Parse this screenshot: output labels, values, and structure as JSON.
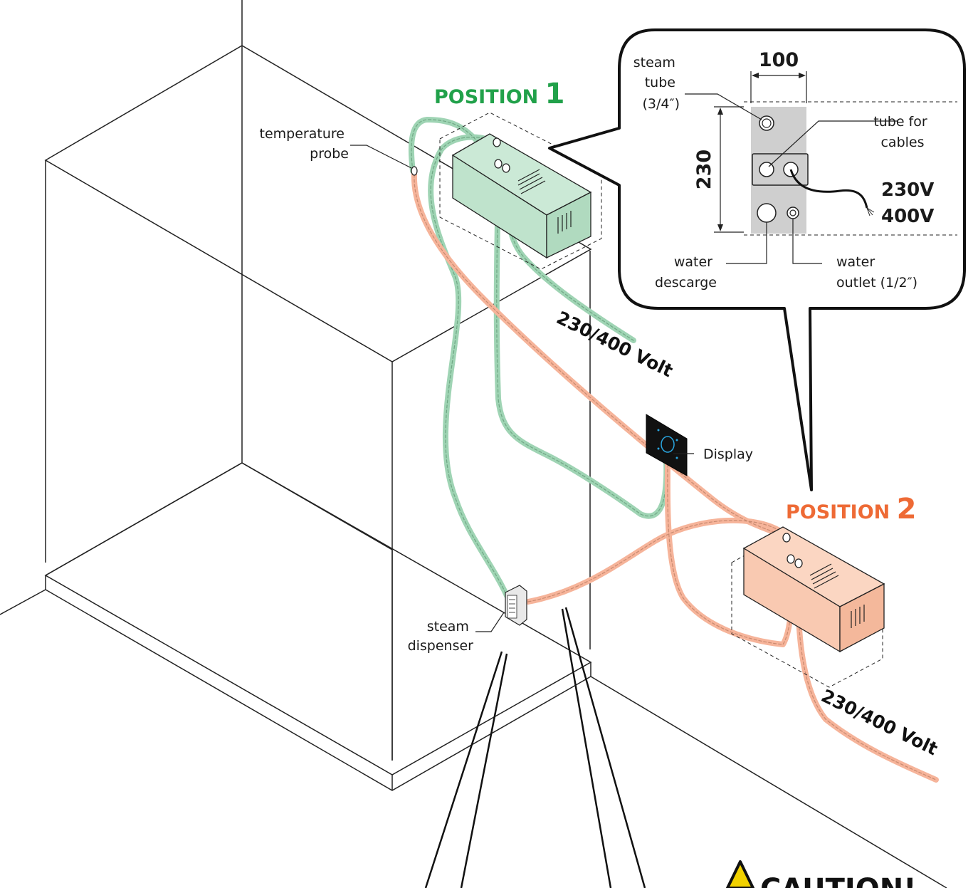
{
  "labels": {
    "position1_word": "POSITION",
    "position1_num": "1",
    "position2_word": "POSITION",
    "position2_num": "2",
    "temperature_probe_1": "temperature",
    "temperature_probe_2": "probe",
    "volt_top": "230/400 Volt",
    "volt_bottom": "230/400 Volt",
    "display": "Display",
    "steam_dispenser_1": "steam",
    "steam_dispenser_2": "dispenser",
    "caution": "CAUTION!"
  },
  "callout": {
    "width_dim": "100",
    "height_dim": "230",
    "steam_tube_1": "steam",
    "steam_tube_2": "tube",
    "steam_tube_3": "(3/4″)",
    "tube_cables_1": "tube for",
    "tube_cables_2": "cables",
    "voltage_1": "230V",
    "voltage_2": "400V",
    "water_descarge_1": "water",
    "water_descarge_2": "descarge",
    "water_outlet_1": "water",
    "water_outlet_2": "outlet (1/2″)"
  },
  "colors": {
    "position1_green": "#21a14a",
    "position2_orange": "#ee6a35",
    "box1_fill": "#bfe3cc",
    "box2_fill": "#f9c9b1",
    "pipe_green": "#9fd4b4",
    "pipe_orange": "#f6b49a",
    "panel_gray": "#cfcfcf",
    "display_black": "#111111",
    "display_blue": "#2aa6e0",
    "warning_yellow": "#f2d200"
  }
}
